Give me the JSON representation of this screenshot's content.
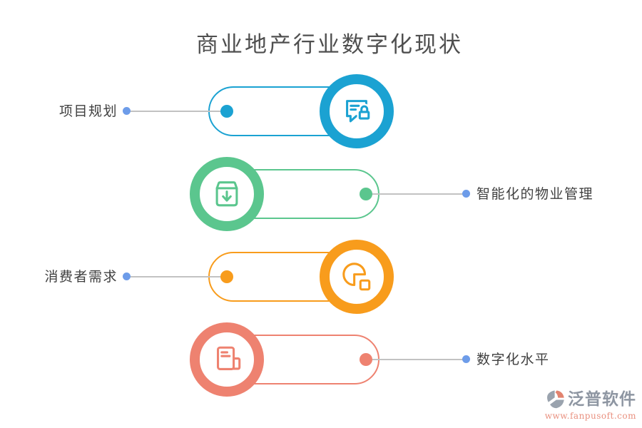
{
  "title": "商业地产行业数字化现状",
  "rows": [
    {
      "label": "项目规划",
      "side": "left",
      "color": "#1BA2D2",
      "icon": "chat-message-lock-icon"
    },
    {
      "label": "智能化的物业管理",
      "side": "right",
      "color": "#5BC68E",
      "icon": "archive-download-icon"
    },
    {
      "label": "消费者需求",
      "side": "left",
      "color": "#F89C1C",
      "icon": "pie-chart-icon"
    },
    {
      "label": "数字化水平",
      "side": "right",
      "color": "#EE8270",
      "icon": "documents-icon"
    }
  ],
  "colors": {
    "blue": "#1BA2D2",
    "green": "#5BC68E",
    "orange": "#F89C1C",
    "salmon": "#EE8270",
    "connector_dot": "#6D9CE9",
    "connector_line": "#C2C2C2",
    "title_text": "#4F4F4F",
    "label_text": "#3F3F3F",
    "brand_text": "#8E96A2",
    "brand_url": "#E9907F"
  },
  "footer": {
    "brand": "泛普软件",
    "url": "www.fanpusoft.com"
  }
}
